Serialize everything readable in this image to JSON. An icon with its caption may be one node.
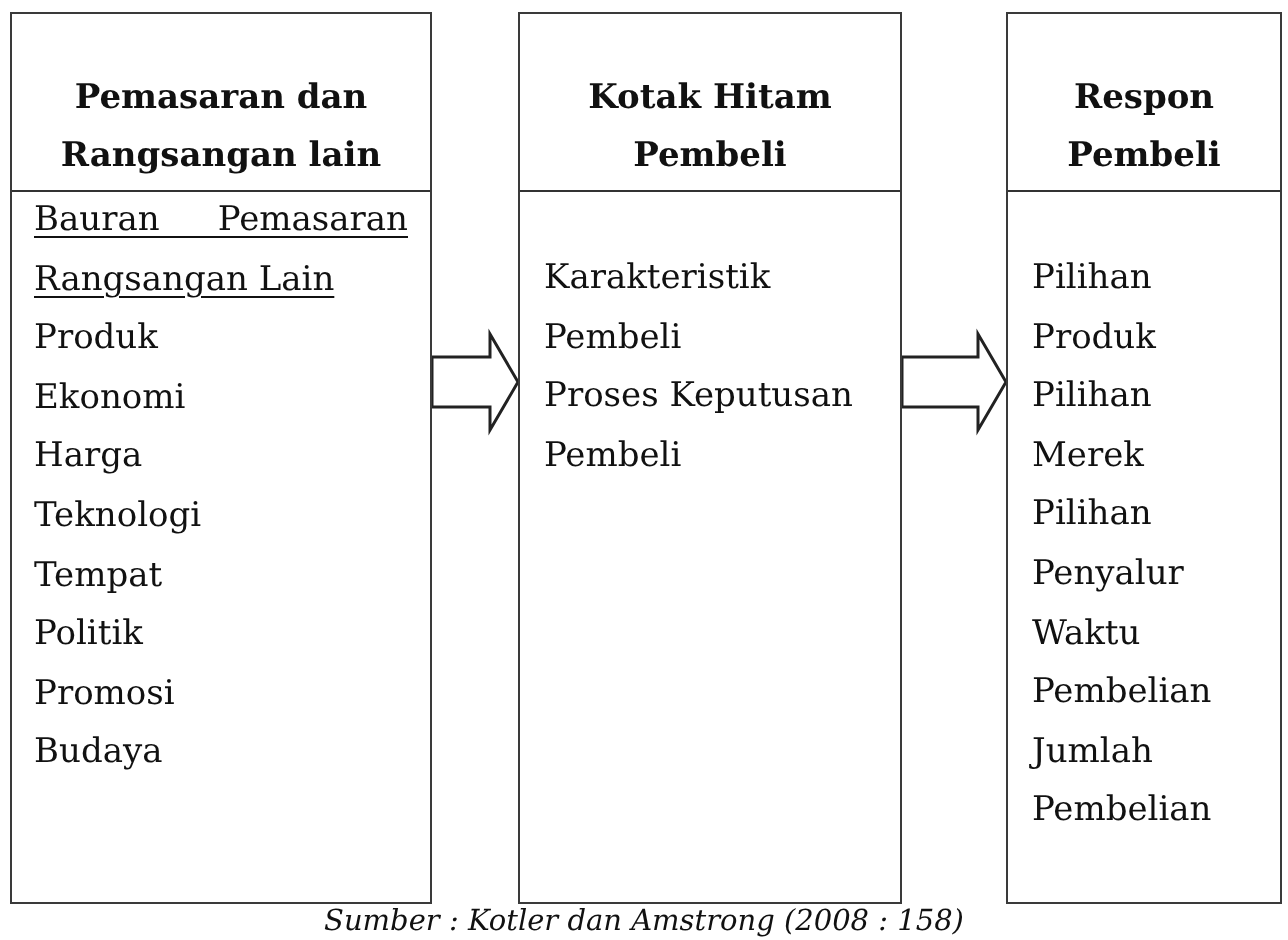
{
  "diagram": {
    "caption": "Sumber : Kotler dan Amstrong (2008 : 158)",
    "nodes": [
      {
        "text": [
          "Pemasaran dan Rangsangan lain",
          "Bauran Pemasaran",
          "Rangsangan Lain",
          "Produk",
          "Ekonomi",
          "Harga",
          "Teknologi",
          "Tempat",
          "Politik",
          "Promosi",
          "Budaya"
        ]
      },
      {
        "text": [
          "Kotak Hitam Pembeli",
          "Karakteristik Pembeli",
          "Proses Keputusan Pembeli"
        ]
      },
      {
        "text": [
          "Respon Pembeli",
          "Pilihan Produk",
          "Pilihan Merek",
          "Pilihan Penyalur",
          "Waktu Pembelian",
          "Jumlah Pembelian"
        ]
      }
    ],
    "edges": [
      {
        "from": 0,
        "to": 1,
        "arrow": "to"
      },
      {
        "from": 1,
        "to": 2,
        "arrow": "to"
      }
    ]
  }
}
